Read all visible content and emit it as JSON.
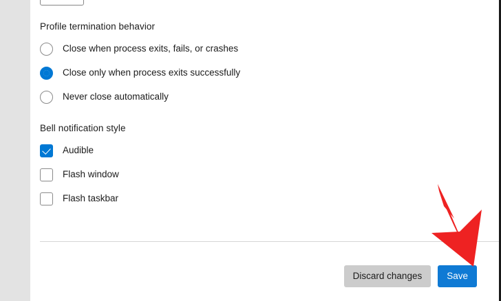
{
  "window": {
    "accent_color": "#0078d4",
    "primary_button_color": "#0f7ad4",
    "secondary_button_color": "#cccccc",
    "annotation_color": "#ee2222",
    "nav_rail_color": "#e3e3e3"
  },
  "settings": {
    "groups": [
      {
        "heading": "Profile termination behavior",
        "control_type": "radio",
        "options": [
          {
            "label": "Close when process exits, fails, or crashes",
            "checked": false
          },
          {
            "label": "Close only when process exits successfully",
            "checked": true
          },
          {
            "label": "Never close automatically",
            "checked": false
          }
        ]
      },
      {
        "heading": "Bell notification style",
        "control_type": "checkbox",
        "options": [
          {
            "label": "Audible",
            "checked": true
          },
          {
            "label": "Flash window",
            "checked": false
          },
          {
            "label": "Flash taskbar",
            "checked": false
          }
        ]
      }
    ]
  },
  "footer": {
    "discard_label": "Discard changes",
    "save_label": "Save"
  },
  "annotation": {
    "name": "red-arrow-pointing-to-save-button"
  }
}
